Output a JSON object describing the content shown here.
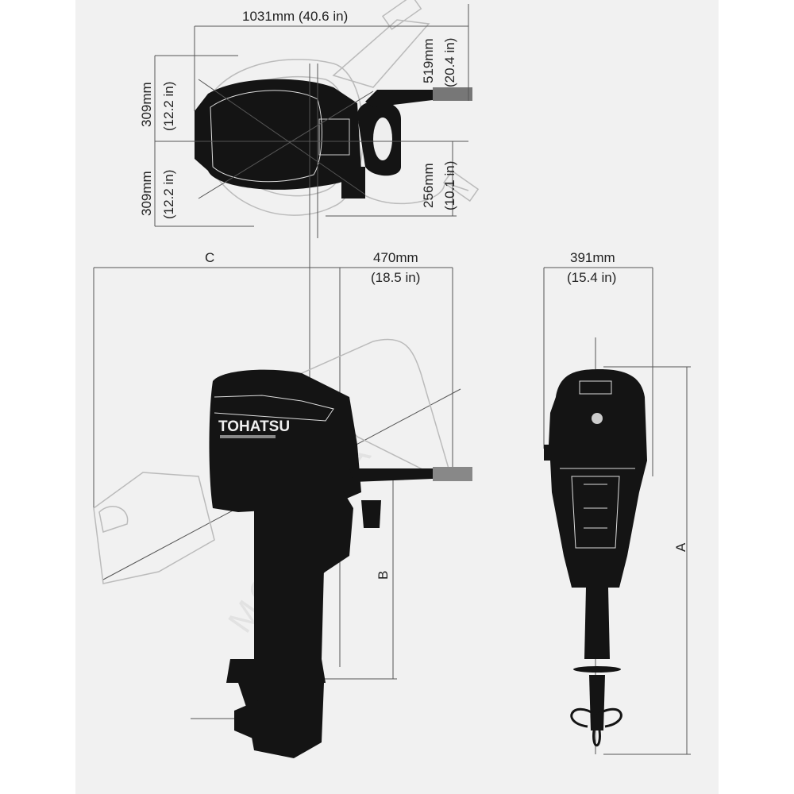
{
  "brand": "TOHATSU",
  "watermark": "MOTORIKA",
  "top_view": {
    "width_label": "1031mm (40.6 in)",
    "left_upper_mm": "309mm",
    "left_upper_in": "(12.2 in)",
    "left_lower_mm": "309mm",
    "left_lower_in": "(12.2 in)",
    "right_upper_mm": "519mm",
    "right_upper_in": "(20.4 in)",
    "right_lower_mm": "256mm",
    "right_lower_in": "(10.1 in)"
  },
  "side_view": {
    "c_label": "C",
    "tiller_mm": "470mm",
    "tiller_in": "(18.5 in)",
    "b_label": "B"
  },
  "rear_view": {
    "width_mm": "391mm",
    "width_in": "(15.4 in)",
    "a_label": "A"
  }
}
